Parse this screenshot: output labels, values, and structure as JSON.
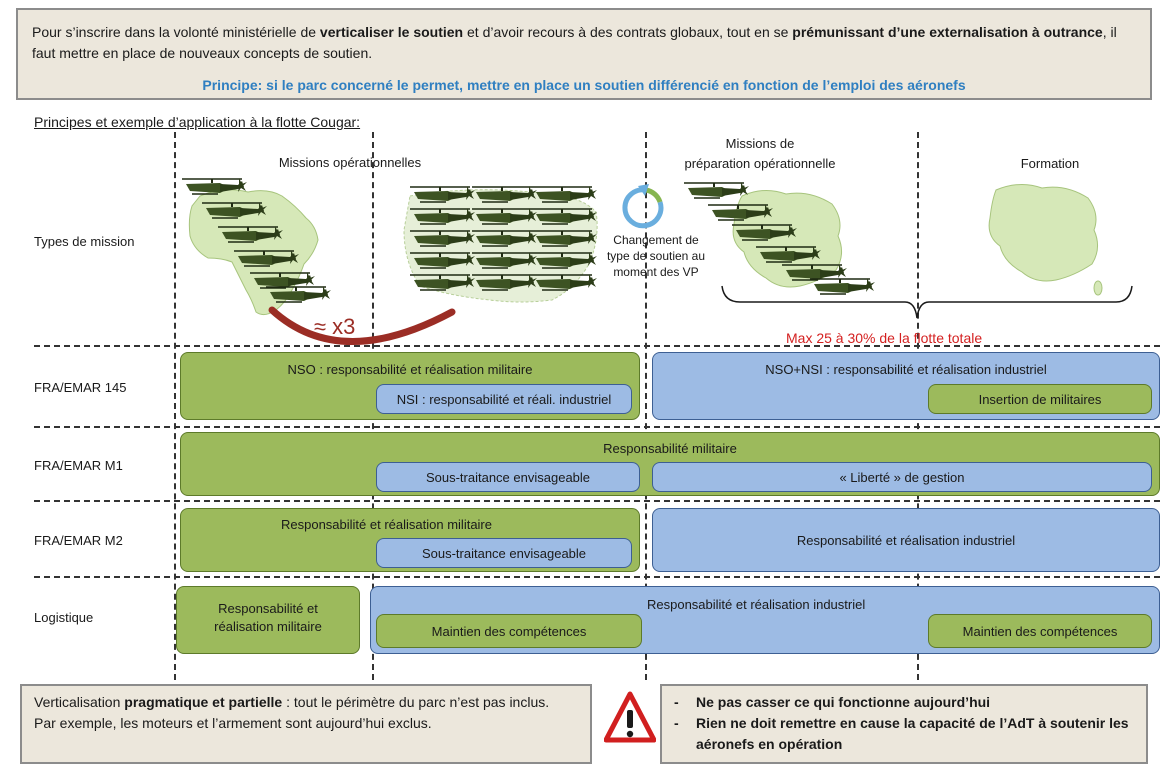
{
  "intro": {
    "p1": "Pour s’inscrire dans la volonté ministérielle de ",
    "b1": "verticaliser le soutien",
    "p2": " et d’avoir recours à des contrats globaux, tout en se ",
    "b2": "prémunissant d’une externalisation à outrance",
    "p3": ", il faut mettre en place de nouveaux concepts de soutien.",
    "principe": "Principe: si le parc concerné le permet, mettre en place un soutien différencié en fonction de l’emploi des aéronefs"
  },
  "subtitle": "Principes et exemple d’application à la flotte Cougar:",
  "columns": {
    "ops": "Missions opérationnelles",
    "prep_line1": "Missions de",
    "prep_line2": "préparation opérationnelle",
    "formation": "Formation"
  },
  "mission_row": {
    "label": "Types de mission",
    "multiplier": "≈ x3",
    "change_line1": "Changement de",
    "change_line2": "type de soutien au",
    "change_line3": "moment des VP",
    "max_note": "Max 25 à 30% de la flotte totale"
  },
  "rows": [
    {
      "label": "FRA/EMAR 145",
      "green_main": "NSO : responsabilité et réalisation militaire",
      "green_inner": "NSI : responsabilité et réali. industriel",
      "blue_main": "NSO+NSI : responsabilité et réalisation industriel",
      "green_insert": "Insertion de militaires"
    },
    {
      "label": "FRA/EMAR M1",
      "green_main": "Responsabilité militaire",
      "blue_sub1": "Sous-traitance envisageable",
      "blue_sub2": "« Liberté » de gestion"
    },
    {
      "label": "FRA/EMAR M2",
      "green_main": "Responsabilité et réalisation militaire",
      "blue_inner": "Sous-traitance envisageable",
      "blue_main": "Responsabilité et réalisation industriel"
    },
    {
      "label": "Logistique",
      "green_line1": "Responsabilité et",
      "green_line2": "réalisation militaire",
      "blue_main": "Responsabilité et réalisation industriel",
      "green_sub1": "Maintien des compétences",
      "green_sub2": "Maintien des compétences"
    }
  ],
  "bottom_left": {
    "p1": "Verticalisation ",
    "b1": "pragmatique et partielle",
    "p2": " : tout le périmètre du parc n’est pas inclus.",
    "line3": "Par exemple, les moteurs et l’armement sont aujourd’hui exclus."
  },
  "bottom_right": {
    "item1": "Ne pas casser ce qui fonctionne aujourd’hui",
    "item2": "Rien ne doit remettre en cause la capacité de l’AdT à soutenir les aéronefs en opération",
    "bullet": "-"
  },
  "colors": {
    "green": "#9cba5c",
    "blue": "#9dbbe4",
    "beige": "#ece7dc",
    "principe": "#2f7fc1",
    "max_note": "#d42020",
    "arc": "#9b2d25"
  },
  "icons": [
    "helicopter-icon",
    "africa-map",
    "france-map",
    "cycle-arrow-icon",
    "warning-icon"
  ]
}
